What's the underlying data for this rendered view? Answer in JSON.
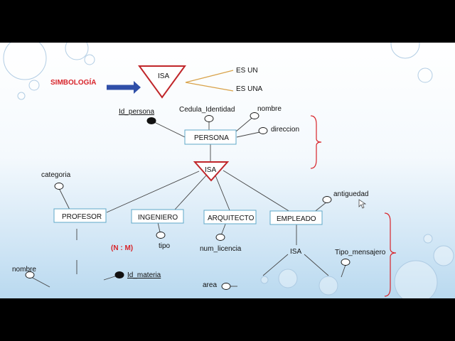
{
  "legend": {
    "title": "SIMBOLOGÍA",
    "isa": "ISA",
    "es_un": "ES UN",
    "es_una": "ES UNA"
  },
  "entities": {
    "persona": "PERSONA",
    "profesor": "PROFESOR",
    "ingeniero": "INGENIERO",
    "arquitecto": "ARQUITECTO",
    "empleado": "EMPLEADO"
  },
  "isa": {
    "main": "ISA",
    "empleado": "ISA"
  },
  "attributes": {
    "id_persona": "Id_persona",
    "cedula": "Cedula_Identidad",
    "nombre_persona": "nombre",
    "direccion": "direccion",
    "categoria": "categoria",
    "tipo": "tipo",
    "num_licencia": "num_licencia",
    "antiguedad": "antiguedad",
    "tipo_mensajero": "Tipo_mensajero",
    "nombre_materia": "nombre",
    "id_materia": "Id_materia",
    "area": "area"
  },
  "cardinality": "(N : M)",
  "colors": {
    "accent_red": "#d8242a",
    "arrow_blue": "#2f4fa8",
    "entity_border": "#5fa8c8",
    "legend_lines": "#d9a34a"
  }
}
